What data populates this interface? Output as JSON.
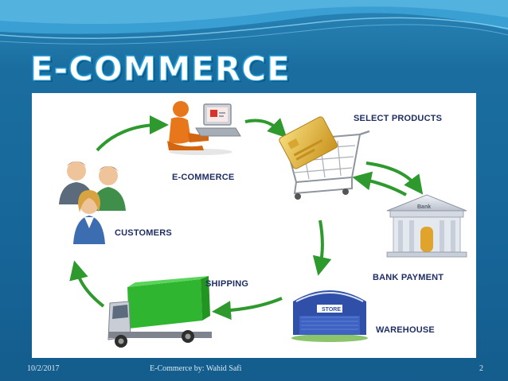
{
  "slide": {
    "title": "E-COMMERCE",
    "footer": {
      "date": "10/2/2017",
      "center": "E-Commerce by: Wahid Safi",
      "page": "2"
    }
  },
  "diagram": {
    "nodes": [
      {
        "id": "ecommerce",
        "label": "E-COMMERCE",
        "icon": "person-laptop-icon"
      },
      {
        "id": "select",
        "label": "SELECT PRODUCTS",
        "icon": "shopping-cart-icon"
      },
      {
        "id": "bank",
        "label": "BANK PAYMENT",
        "icon": "bank-building-icon"
      },
      {
        "id": "warehouse",
        "label": "WAREHOUSE",
        "icon": "warehouse-store-icon"
      },
      {
        "id": "shipping",
        "label": "SHIPPING",
        "icon": "delivery-truck-icon"
      },
      {
        "id": "customers",
        "label": "CUSTOMERS",
        "icon": "customers-group-icon"
      }
    ],
    "edges": [
      {
        "from": "customers",
        "to": "ecommerce"
      },
      {
        "from": "ecommerce",
        "to": "select"
      },
      {
        "from": "select",
        "to": "bank"
      },
      {
        "from": "bank",
        "to": "select"
      },
      {
        "from": "select",
        "to": "warehouse"
      },
      {
        "from": "warehouse",
        "to": "shipping"
      },
      {
        "from": "shipping",
        "to": "customers"
      }
    ],
    "colors": {
      "arrow": "#2e9a2e",
      "label": "#1f2f66",
      "truck_cargo": "#2fb52f",
      "card_gold": "#e6b93a"
    },
    "bank_sign": "Bank",
    "store_sign": "STORE"
  }
}
